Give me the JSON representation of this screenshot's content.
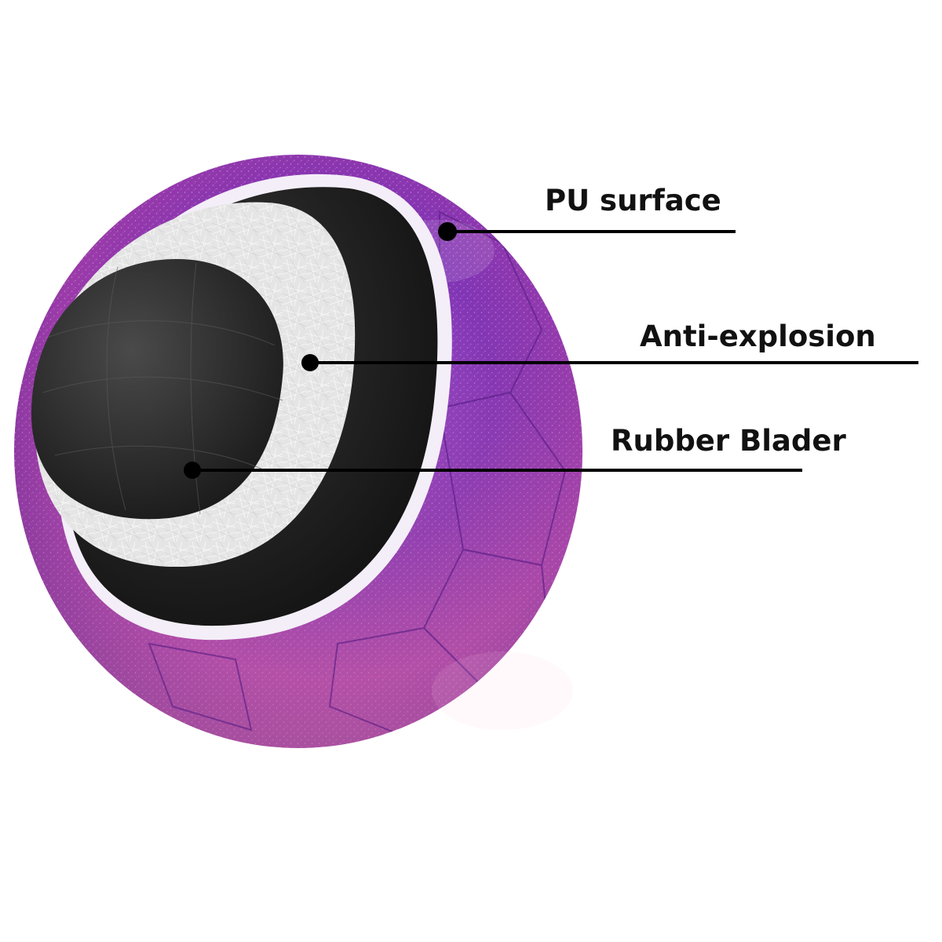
{
  "labels": {
    "pu_surface": "PU surface",
    "anti_explosion": "Anti-explosion",
    "rubber_bladder": "Rubber Blader"
  },
  "colors": {
    "surface_purple": "#7a2fb0",
    "surface_pink": "#c04a9a",
    "foam_black": "#1c1c1c",
    "fiber_white": "#e4e4e4",
    "bladder_dark": "#2a2a2a",
    "label_text": "#111111",
    "leader_line": "#000000"
  }
}
